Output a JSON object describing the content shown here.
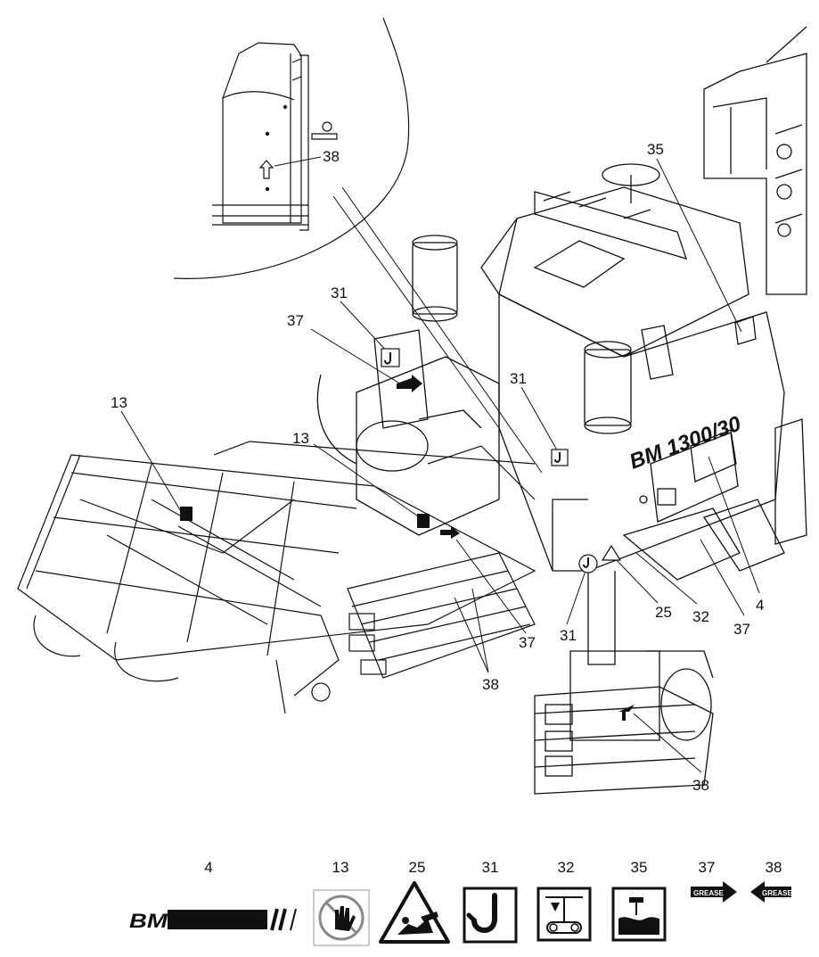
{
  "callouts": {
    "c38_inset": "38",
    "c31_top": "31",
    "c37_top": "37",
    "c31_mid": "31",
    "c35": "35",
    "c13_left": "13",
    "c13_mid": "13",
    "c31_low": "31",
    "c25": "25",
    "c32": "32",
    "c37_right": "37",
    "c4": "4",
    "c37_low": "37",
    "c38_low": "38",
    "c38_right": "38"
  },
  "machine_branding": "BM 1300/30",
  "legend": [
    {
      "number": "4",
      "decal": "BM 1300/30",
      "icon": "model-decal"
    },
    {
      "number": "13",
      "icon": "no-hand-prohibition-icon"
    },
    {
      "number": "25",
      "icon": "crush-warning-triangle-icon"
    },
    {
      "number": "31",
      "icon": "lifting-hook-icon"
    },
    {
      "number": "32",
      "icon": "tie-down-point-icon"
    },
    {
      "number": "35",
      "icon": "fuel-tank-icon"
    },
    {
      "number": "37",
      "decal": "GREASE",
      "icon": "grease-arrow-right-icon"
    },
    {
      "number": "38",
      "decal": "GREASE",
      "icon": "grease-arrow-left-icon"
    }
  ],
  "colors": {
    "line": "#111111",
    "paper": "#ffffff",
    "decal_fill": "#111111"
  }
}
